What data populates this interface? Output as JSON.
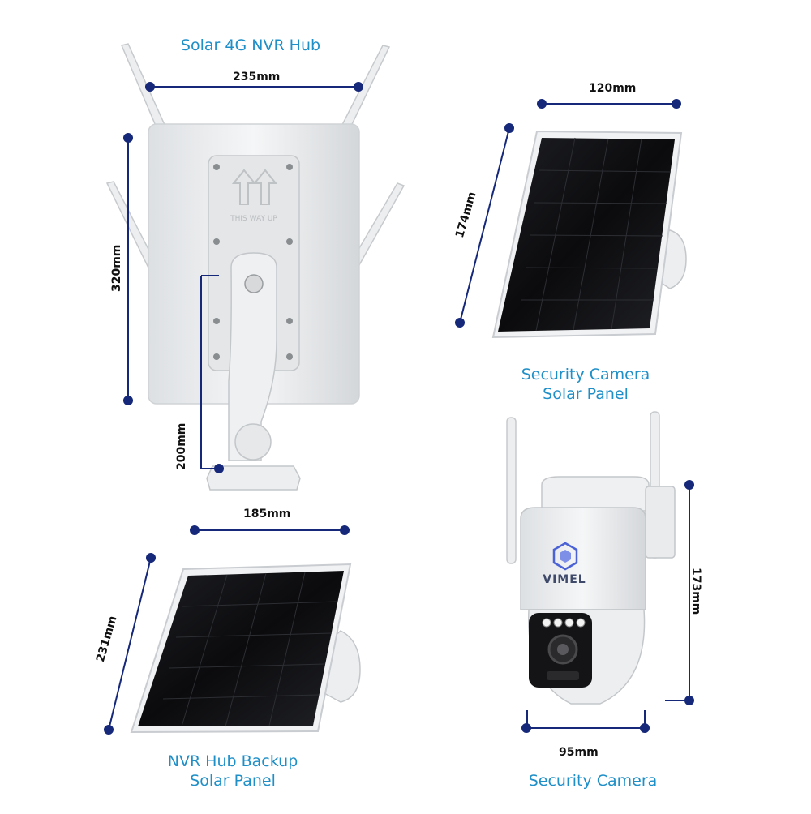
{
  "products": {
    "hub": {
      "caption": "Solar 4G NVR Hub",
      "width": "235mm",
      "height": "320mm",
      "mount": "200mm",
      "back_label": "THIS WAY UP"
    },
    "camera_panel": {
      "caption_line1": "Security Camera",
      "caption_line2": "Solar Panel",
      "width": "120mm",
      "height": "174mm"
    },
    "hub_panel": {
      "caption_line1": "NVR Hub Backup",
      "caption_line2": "Solar Panel",
      "width": "185mm",
      "height": "231mm"
    },
    "camera": {
      "caption": "Security Camera",
      "width": "95mm",
      "height": "173mm",
      "brand": "VIMEL"
    }
  },
  "colors": {
    "caption": "#1f8fc8",
    "dimension_line": "#16287a",
    "device_white": "#eef0f2",
    "solar_dark": "#0c0c0e"
  }
}
